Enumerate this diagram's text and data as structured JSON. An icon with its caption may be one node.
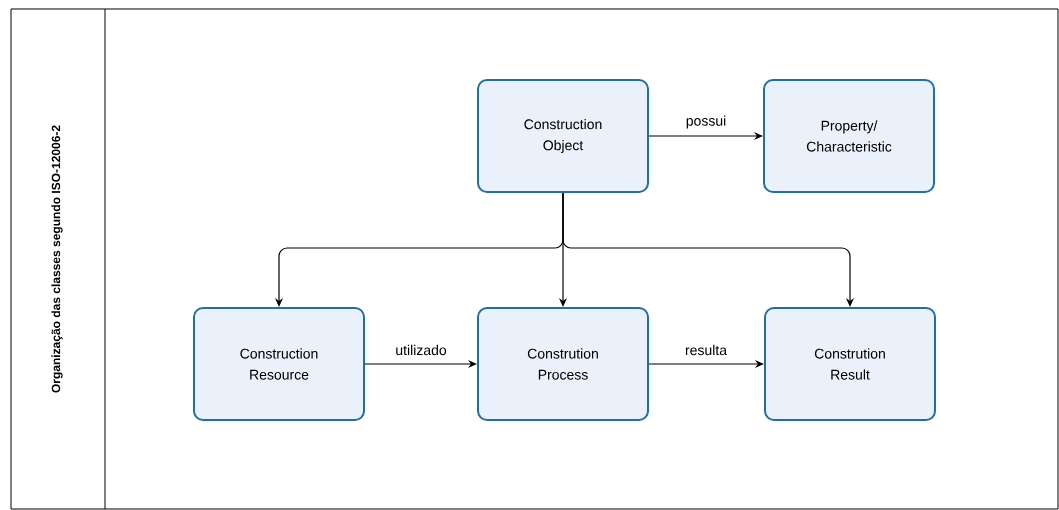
{
  "diagram": {
    "nodes": [
      {
        "text": [
          "Organização das classes segundo ISO-12006-2"
        ]
      },
      {
        "text": [
          "Construction Object"
        ],
        "in": 0
      },
      {
        "text": [
          "Property/ Characteristic"
        ],
        "in": 0
      },
      {
        "text": [
          "Construction Resource"
        ],
        "in": 0
      },
      {
        "text": [
          "Constrution Process"
        ],
        "in": 0
      },
      {
        "text": [
          "Constrution Result"
        ],
        "in": 0
      }
    ],
    "edges": [
      {
        "from": 1,
        "to": 2,
        "arrow": "to",
        "label": "possui"
      },
      {
        "from": 1,
        "to": 3,
        "arrow": "to"
      },
      {
        "from": 1,
        "to": 4,
        "arrow": "to"
      },
      {
        "from": 1,
        "to": 5,
        "arrow": "to"
      },
      {
        "from": 3,
        "to": 4,
        "arrow": "to",
        "label": "utilizado"
      },
      {
        "from": 4,
        "to": 5,
        "arrow": "to",
        "label": "resulta"
      }
    ]
  }
}
